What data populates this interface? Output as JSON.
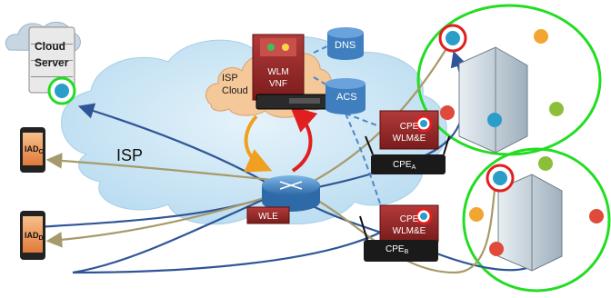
{
  "cloud_server": {
    "line1": "Cloud",
    "line2": "Server"
  },
  "isp_label": "ISP",
  "isp_cloud": {
    "line1": "ISP",
    "line2": "Cloud"
  },
  "wlm_vnf": {
    "line1": "WLM",
    "line2": "VNF"
  },
  "dns_label": "DNS",
  "acs_label": "ACS",
  "iad_c": {
    "base": "IAD",
    "sub": "C"
  },
  "iad_d": {
    "base": "IAD",
    "sub": "D"
  },
  "wle_label": "WLE",
  "cpe_a_box": {
    "line1": "CPE",
    "line2": "WLM&E"
  },
  "cpe_b_box": {
    "line1": "CPE",
    "line2": "WLM&E"
  },
  "cpe_a_router": {
    "base": "CPE",
    "sub": "A"
  },
  "cpe_b_router": {
    "base": "CPE",
    "sub": "B"
  },
  "colors": {
    "cloud_fill": "#cfe6f5",
    "wlm_red": "#a52a2a",
    "db_blue": "#3f7fc0",
    "flow_blue": "#2f5597",
    "flow_khaki": "#a79a6a",
    "home_green": "#22dd22",
    "orange_arrow": "#f0a020",
    "red_arrow": "#e02020"
  }
}
